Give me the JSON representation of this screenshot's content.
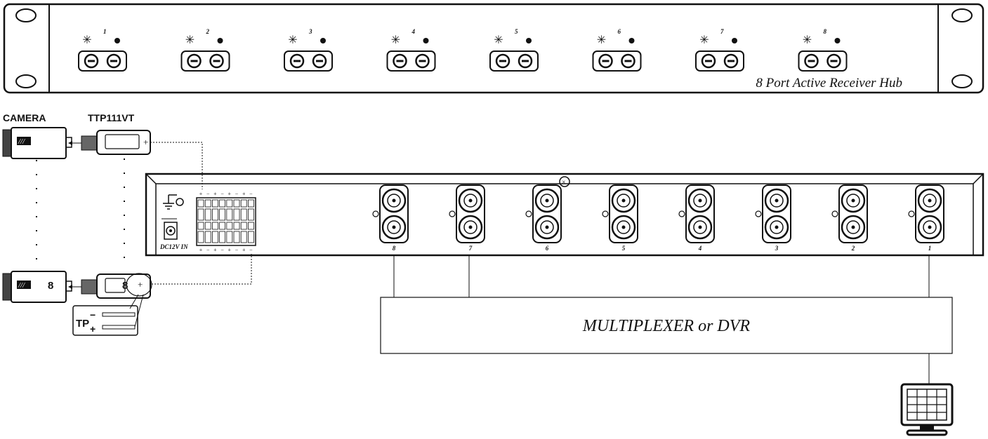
{
  "front_panel": {
    "title": "8 Port Active Receiver Hub",
    "ports": [
      "1",
      "2",
      "3",
      "4",
      "5",
      "6",
      "7",
      "8"
    ],
    "power_led_icon": "sun-icon",
    "video_led_icon": "dot-icon"
  },
  "camera_label": "CAMERA",
  "transceiver_label": "TTP111VT",
  "camera_number": "8",
  "transceiver_number": "8",
  "tp_label": "TP",
  "tp_minus": "−",
  "tp_plus": "+",
  "rear_panel": {
    "power_label": "DC12V IN",
    "bnc_labels": [
      "8",
      "7",
      "6",
      "5",
      "4",
      "3",
      "2",
      "1"
    ]
  },
  "mux_label": "MULTIPLEXER or DVR",
  "monitor_icon": "monitor-icon"
}
